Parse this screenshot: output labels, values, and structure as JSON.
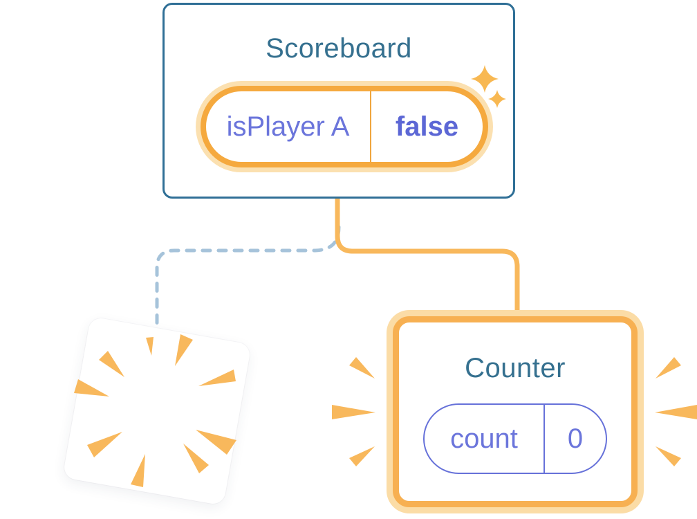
{
  "scoreboard": {
    "title": "Scoreboard",
    "state": {
      "key": "isPlayer A",
      "value": "false"
    }
  },
  "counter": {
    "title": "Counter",
    "state": {
      "key": "count",
      "value": "0"
    }
  },
  "icons": {
    "sparkles": "sparkle-icon",
    "explosion": "explosion-burst-icon",
    "emphasis_left": "emphasis-lines-left-icon",
    "emphasis_right": "emphasis-lines-right-icon"
  },
  "colors": {
    "background": "#FFFFFF",
    "card_border_blue": "#2F6F96",
    "title_blue": "#35708F",
    "connector_orange": "#F8B85C",
    "pill_border_orange": "#F5A93E",
    "pill_glow_orange": "#FBE0B0",
    "counter_border_orange": "#F7B052",
    "counter_glow_orange": "#FBDCA6",
    "state_purple": "#6B75DB",
    "state_value_purple": "#5C67D5",
    "counter_pill_purple": "#6671D9",
    "dashed_connector_blue": "#A6C3DA",
    "burst_orange": "#F8B85C"
  }
}
